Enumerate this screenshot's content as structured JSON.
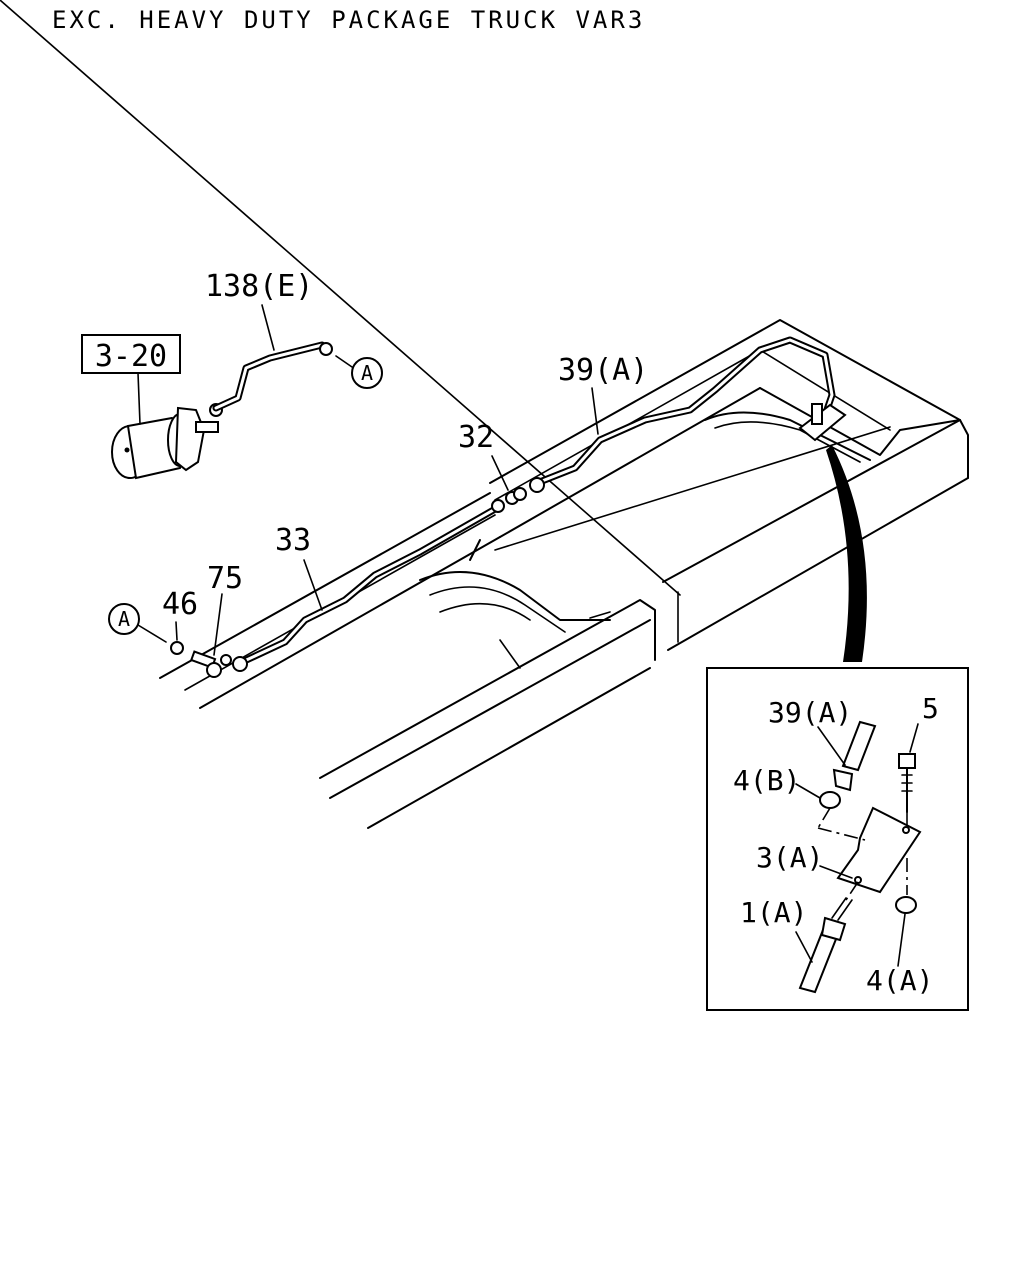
{
  "diagram": {
    "title": "EXC. HEAVY DUTY PACKAGE TRUCK VAR3",
    "reference_box": "3-20",
    "circle_marker": "A",
    "callouts": {
      "p138": "138(E)",
      "p39": "39(A)",
      "p32": "32",
      "p33": "33",
      "p75": "75",
      "p46": "46"
    },
    "detail": {
      "p39": "39(A)",
      "p5": "5",
      "p4b": "4(B)",
      "p3a": "3(A)",
      "p1a": "1(A)",
      "p4a": "4(A)"
    }
  }
}
